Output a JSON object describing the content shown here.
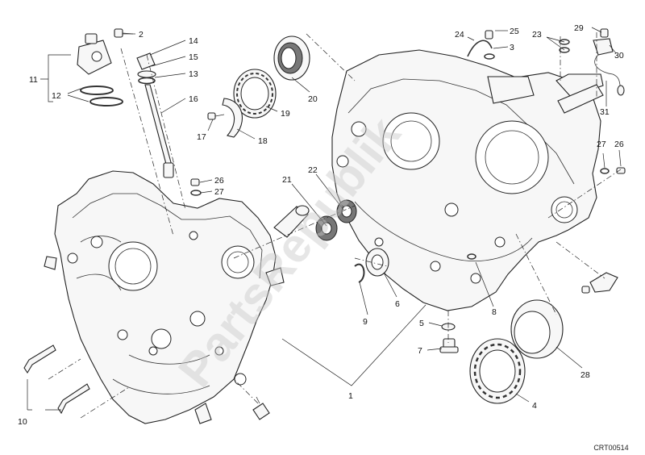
{
  "watermark": "PartsRepublik",
  "reference_code": "CRT00514",
  "callouts": [
    {
      "id": "c1",
      "label": "1"
    },
    {
      "id": "c2",
      "label": "2"
    },
    {
      "id": "c3",
      "label": "3"
    },
    {
      "id": "c4",
      "label": "4"
    },
    {
      "id": "c5",
      "label": "5"
    },
    {
      "id": "c6",
      "label": "6"
    },
    {
      "id": "c7",
      "label": "7"
    },
    {
      "id": "c8",
      "label": "8"
    },
    {
      "id": "c9",
      "label": "9"
    },
    {
      "id": "c10",
      "label": "10"
    },
    {
      "id": "c11",
      "label": "11"
    },
    {
      "id": "c12",
      "label": "12"
    },
    {
      "id": "c13",
      "label": "13"
    },
    {
      "id": "c14",
      "label": "14"
    },
    {
      "id": "c15",
      "label": "15"
    },
    {
      "id": "c16",
      "label": "16"
    },
    {
      "id": "c17",
      "label": "17"
    },
    {
      "id": "c18",
      "label": "18"
    },
    {
      "id": "c19",
      "label": "19"
    },
    {
      "id": "c20",
      "label": "20"
    },
    {
      "id": "c21",
      "label": "21"
    },
    {
      "id": "c22",
      "label": "22"
    },
    {
      "id": "c23",
      "label": "23"
    },
    {
      "id": "c24",
      "label": "24"
    },
    {
      "id": "c25",
      "label": "25"
    },
    {
      "id": "c26a",
      "label": "26"
    },
    {
      "id": "c26b",
      "label": "26"
    },
    {
      "id": "c27a",
      "label": "27"
    },
    {
      "id": "c27b",
      "label": "27"
    },
    {
      "id": "c28",
      "label": "28"
    },
    {
      "id": "c29",
      "label": "29"
    },
    {
      "id": "c30",
      "label": "30"
    },
    {
      "id": "c31",
      "label": "31"
    }
  ]
}
